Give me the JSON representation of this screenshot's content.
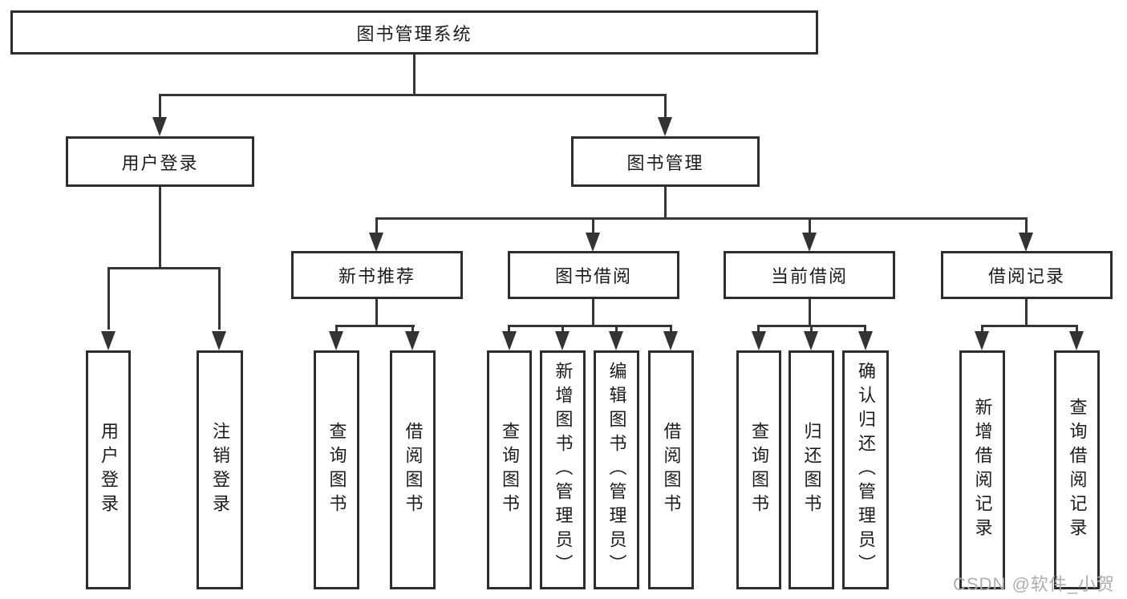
{
  "diagram": {
    "root": "图书管理系统",
    "level2": {
      "login": "用户登录",
      "management": "图书管理"
    },
    "level3": {
      "recommend": "新书推荐",
      "borrow": "图书借阅",
      "current": "当前借阅",
      "records": "借阅记录"
    },
    "leaves": {
      "login": [
        "用户登录",
        "注销登录"
      ],
      "recommend": [
        "查询图书",
        "借阅图书"
      ],
      "borrow": [
        "查询图书",
        "新增图书（管理员）",
        "编辑图书（管理员）",
        "借阅图书"
      ],
      "current": [
        "查询图书",
        "归还图书",
        "确认归还（管理员）"
      ],
      "records": [
        "新增借阅记录",
        "查询借阅记录"
      ]
    }
  },
  "watermark": "CSDN @软件_小贺同学",
  "colors": {
    "line": "#363636",
    "border": "#2d2d2d",
    "text": "#1c1c1c",
    "watermark": "#aeaeae",
    "background": "#ffffff"
  }
}
